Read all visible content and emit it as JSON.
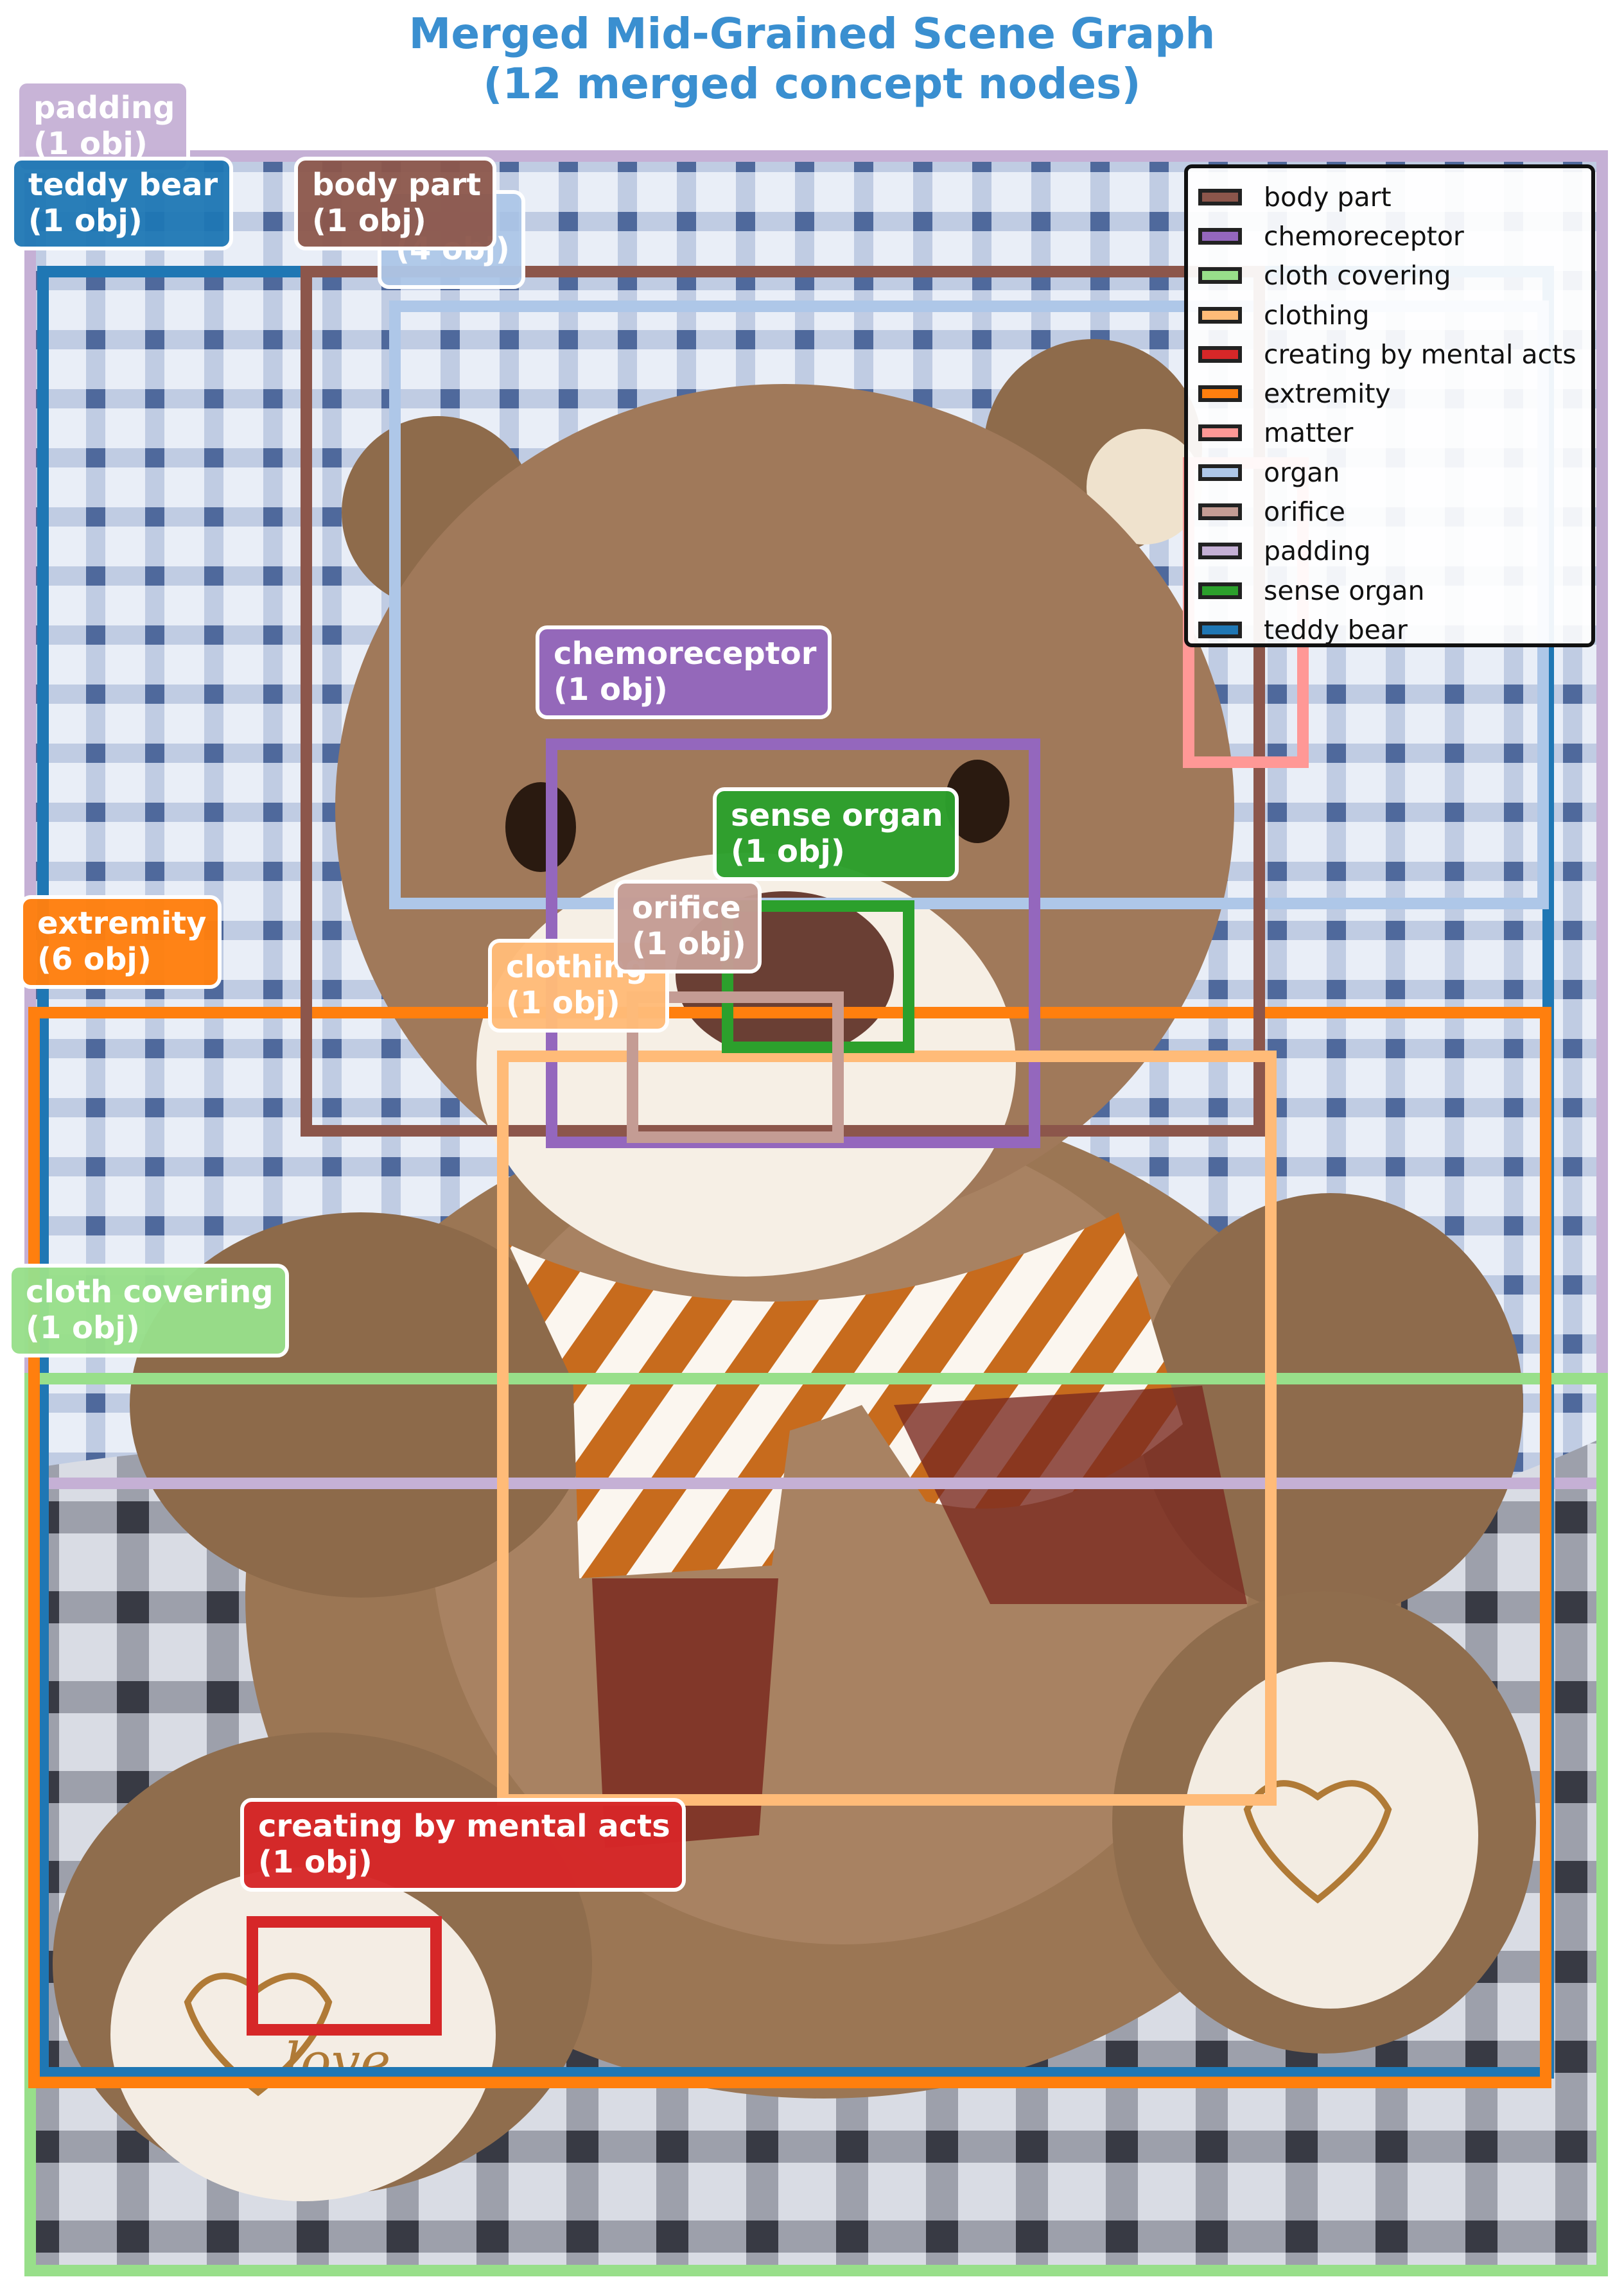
{
  "title_line1": "Merged Mid-Grained Scene Graph",
  "title_line2": "(12 merged concept nodes)",
  "colors": {
    "body_part": "#8c564b",
    "chemoreceptor": "#9467bd",
    "cloth_covering": "#98df8a",
    "clothing": "#ffbb78",
    "creating_by_mental_acts": "#d62728",
    "extremity": "#ff7f0e",
    "matter": "#ff9896",
    "organ": "#aec7e8",
    "orifice": "#c49c94",
    "padding": "#c5b0d5",
    "sense_organ": "#2ca02c",
    "teddy_bear": "#1f77b4"
  },
  "legend": [
    {
      "label": "body part",
      "color": "#8c564b"
    },
    {
      "label": "chemoreceptor",
      "color": "#9467bd"
    },
    {
      "label": "cloth covering",
      "color": "#98df8a"
    },
    {
      "label": "clothing",
      "color": "#ffbb78"
    },
    {
      "label": "creating by mental acts",
      "color": "#d62728"
    },
    {
      "label": "extremity",
      "color": "#ff7f0e"
    },
    {
      "label": "matter",
      "color": "#ff9896"
    },
    {
      "label": "organ",
      "color": "#aec7e8"
    },
    {
      "label": "orifice",
      "color": "#c49c94"
    },
    {
      "label": "padding",
      "color": "#c5b0d5"
    },
    {
      "label": "sense organ",
      "color": "#2ca02c"
    },
    {
      "label": "teddy bear",
      "color": "#1f77b4"
    }
  ],
  "labels": {
    "padding": {
      "name": "padding",
      "count": "(1 obj)"
    },
    "teddy_bear": {
      "name": "teddy bear",
      "count": "(1 obj)"
    },
    "body_part": {
      "name": "body part",
      "count": "(1 obj)"
    },
    "organ": {
      "count": "(4 obj)"
    },
    "chemoreceptor": {
      "name": "chemoreceptor",
      "count": "(1 obj)"
    },
    "sense_organ": {
      "name": "sense organ",
      "count": "(1 obj)"
    },
    "orifice": {
      "name": "orifice",
      "count": "(1 obj)"
    },
    "clothing": {
      "name": "clothing",
      "count": "(1 obj)"
    },
    "extremity": {
      "name": "extremity",
      "count": "(6 obj)"
    },
    "cloth_covering": {
      "name": "cloth covering",
      "count": "(1 obj)"
    },
    "creating_by_mental_acts": {
      "name": "creating by mental acts",
      "count": "(1 obj)"
    }
  },
  "photo_text": "love"
}
